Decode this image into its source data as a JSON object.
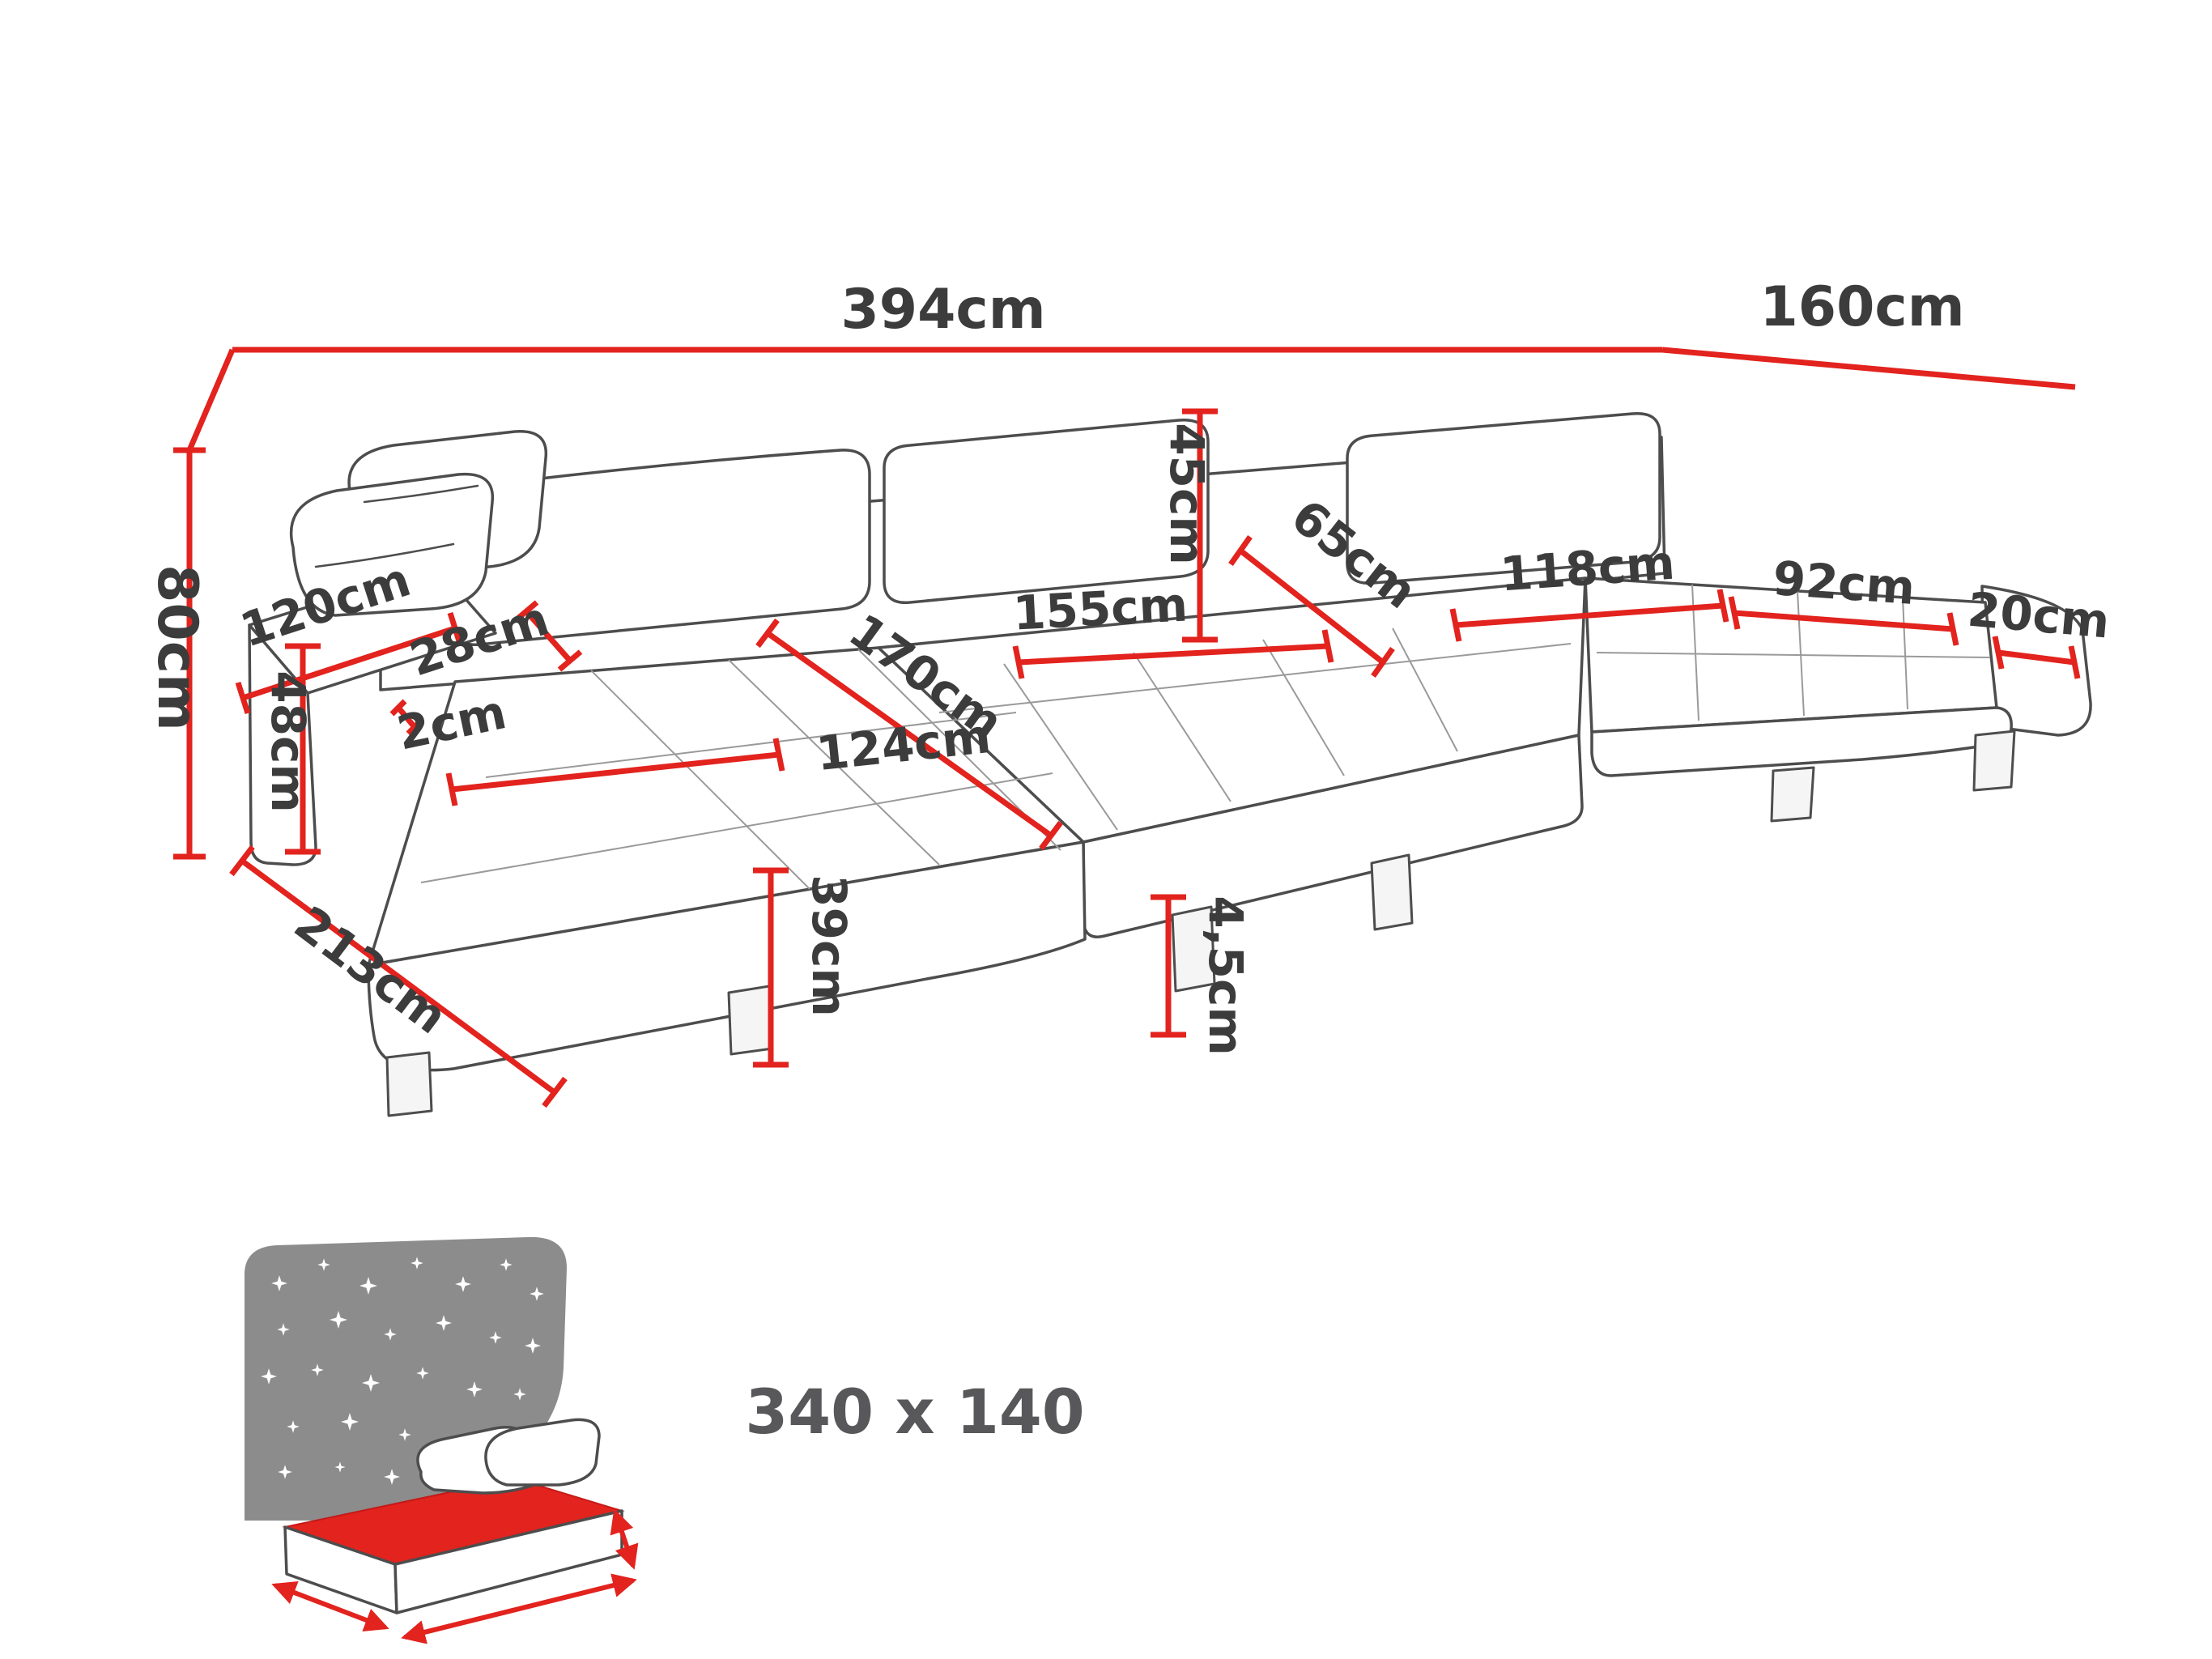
{
  "page": {
    "background": "#ffffff",
    "title": "corner-sofa-dimensions-diagram"
  },
  "colors": {
    "dimension_line": "#e2231e",
    "sofa_outline": "#4d4d4d",
    "label_text": "#3c3c3c",
    "sleep_label_text": "#58585b",
    "night_sky": "#8c8c8c",
    "mattress_top": "#e2231e"
  },
  "icons": {
    "stars": "four-point-star",
    "sleeping_function": "fold-out-bed-with-arrows"
  },
  "dimensions": {
    "total_width": "394cm",
    "total_depth_right": "160cm",
    "backrest_height": "80cm",
    "left_armrest_length": "120cm",
    "left_armrest_width": "28cm",
    "left_armrest_height": "48cm",
    "armrest_seat_gap": "2cm",
    "total_depth_left": "213cm",
    "left_chaise_width": "124cm",
    "left_chaise_length": "170cm",
    "seat_front_height": "39cm",
    "middle_seat_width": "155cm",
    "backrest_cushion_height": "45cm",
    "seat_depth": "65cm",
    "right_seat_width": "118cm",
    "right_chaise_length": "92cm",
    "right_armrest_width": "20cm",
    "foot_height": "4,5cm"
  },
  "sleeping_area": {
    "label": "340 x 140"
  }
}
